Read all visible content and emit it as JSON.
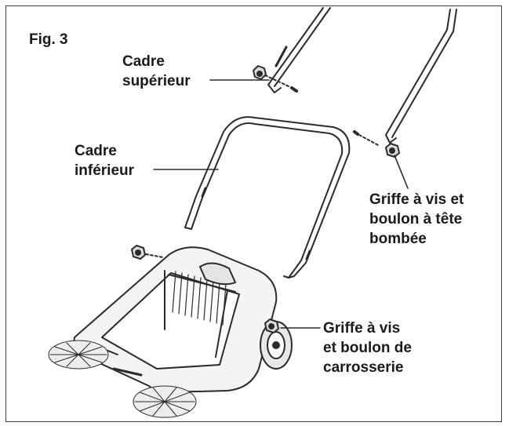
{
  "figure": {
    "title": "Fig. 3"
  },
  "labels": {
    "upper_frame": [
      "Cadre",
      "supérieur"
    ],
    "lower_frame": [
      "Cadre",
      "inférieur"
    ],
    "knob_bolt_dome": [
      "Griffe à vis et",
      "boulon à tête",
      "bombée"
    ],
    "knob_bolt_carriage": [
      "Griffe à vis",
      "et boulon de",
      "carrosserie"
    ]
  },
  "colors": {
    "line": "#2b2b2b",
    "text": "#1a1a1a",
    "border": "#3a3a3a"
  }
}
